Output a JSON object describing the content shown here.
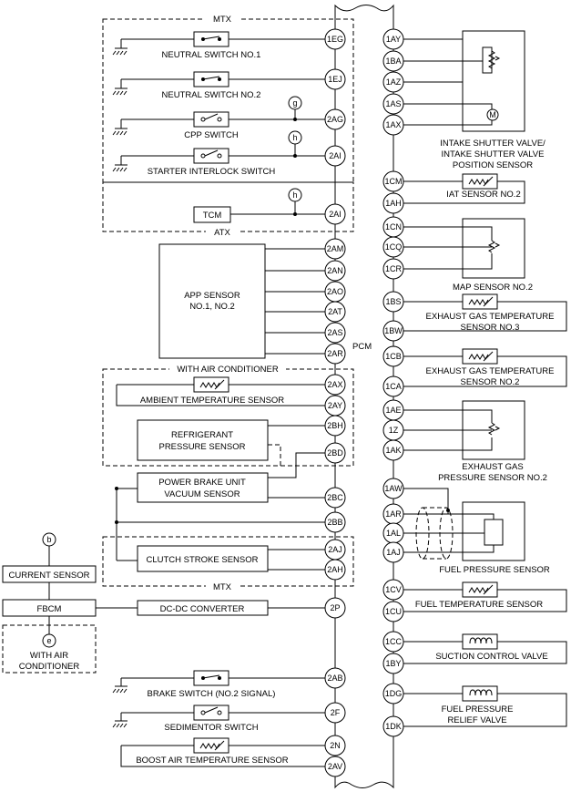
{
  "groups": {
    "mtx_top": "MTX",
    "atx": "ATX",
    "with_ac": "WITH AIR CONDITIONER",
    "mtx_bottom": "MTX",
    "with_ac_left_1": "WITH AIR",
    "with_ac_left_2": "CONDITIONER"
  },
  "pcm_label": "PCM",
  "connectors": {
    "g": "g",
    "h": "h",
    "b": "b",
    "e": "e"
  },
  "left": {
    "neutral1": "NEUTRAL SWITCH NO.1",
    "neutral2": "NEUTRAL SWITCH NO.2",
    "cpp": "CPP SWITCH",
    "starter": "STARTER INTERLOCK SWITCH",
    "tcm": "TCM",
    "app_1": "APP SENSOR",
    "app_2": "NO.1, NO.2",
    "ambient": "AMBIENT TEMPERATURE SENSOR",
    "refrig_1": "REFRIGERANT",
    "refrig_2": "PRESSURE SENSOR",
    "pbu_1": "POWER BRAKE UNIT",
    "pbu_2": "VACUUM SENSOR",
    "clutch": "CLUTCH STROKE SENSOR",
    "current": "CURRENT SENSOR",
    "fbcm": "FBCM",
    "dcdc": "DC-DC CONVERTER",
    "brake": "BRAKE SWITCH (NO.2 SIGNAL)",
    "sedimentor": "SEDIMENTOR SWITCH",
    "boost": "BOOST AIR TEMPERATURE SENSOR"
  },
  "right": {
    "intake_1": "INTAKE SHUTTER VALVE/",
    "intake_2": "INTAKE SHUTTER VALVE",
    "intake_3": "POSITION SENSOR",
    "iat": "IAT SENSOR NO.2",
    "map": "MAP SENSOR NO.2",
    "egt3_1": "EXHAUST GAS TEMPERATURE",
    "egt3_2": "SENSOR NO.3",
    "egt2_1": "EXHAUST GAS TEMPERATURE",
    "egt2_2": "SENSOR NO.2",
    "egp_1": "EXHAUST GAS",
    "egp_2": "PRESSURE SENSOR NO.2",
    "fuel_pressure": "FUEL PRESSURE SENSOR",
    "fuel_temp": "FUEL TEMPERATURE SENSOR",
    "suction": "SUCTION CONTROL VALVE",
    "fprv_1": "FUEL PRESSURE",
    "fprv_2": "RELIEF VALVE",
    "motor": "M"
  },
  "pins_left": [
    "1EG",
    "1EJ",
    "2AG",
    "2AI",
    "2AI",
    "2AM",
    "2AN",
    "2AO",
    "2AT",
    "2AS",
    "2AR",
    "2AX",
    "2AY",
    "2BH",
    "2BD",
    "2BC",
    "2BB",
    "2AJ",
    "2AH",
    "2P",
    "2AB",
    "2F",
    "2N",
    "2AV"
  ],
  "pins_right": [
    "1AY",
    "1BA",
    "1AZ",
    "1AS",
    "1AX",
    "1CM",
    "1AH",
    "1CN",
    "1CQ",
    "1CR",
    "1BS",
    "1BW",
    "1CB",
    "1CA",
    "1AE",
    "1Z",
    "1AK",
    "1AW",
    "1AR",
    "1AL",
    "1AJ",
    "1CV",
    "1CU",
    "1CC",
    "1BY",
    "1DG",
    "1DK"
  ]
}
